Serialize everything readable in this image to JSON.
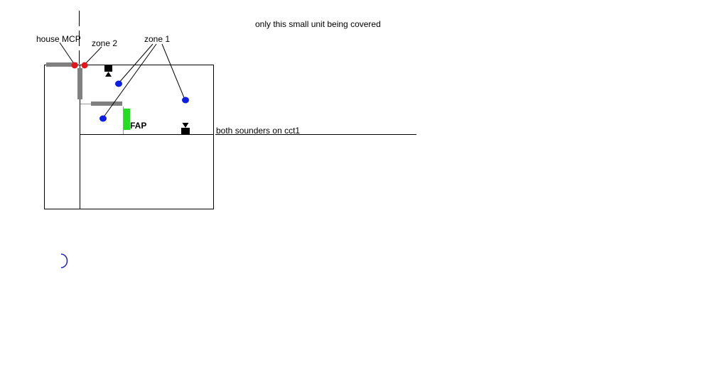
{
  "labels": {
    "note": "only this small unit being covered",
    "house_mcp": "house MCP",
    "zone2": "zone 2",
    "zone1": "zone 1",
    "fap": "FAP",
    "sounders": "both sounders on cct1"
  },
  "colors": {
    "background": "#ffffff",
    "line": "#000000",
    "wall": "#808080",
    "mcp": "#e8141c",
    "detector": "#0a1ee6",
    "fap": "#22dd22",
    "cursor": "#2020c0"
  },
  "icons": {
    "mcp": "red-dot",
    "detector": "blue-dot",
    "sounder": "sounder-symbol",
    "fap": "green-panel",
    "cursor": "busy-cursor"
  }
}
